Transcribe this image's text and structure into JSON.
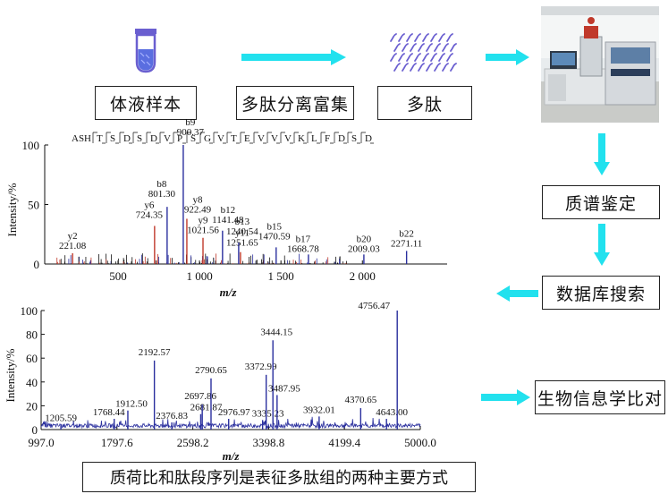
{
  "workflow": {
    "step1": "体液样本",
    "step2": "多肽分离富集",
    "step3": "多肽",
    "step4": "质谱鉴定",
    "step5": "数据库搜索",
    "step6": "生物信息学比对",
    "caption": "质荷比和肽段序列是表征多肽组的两种主要方式"
  },
  "colors": {
    "arrow": "#22e1ee",
    "peptide": "#6a5fd0",
    "spectrum": "#2a2f9e",
    "red": "#c0392b"
  },
  "chart_data": [
    {
      "type": "bar",
      "sequence": "ASH T S D S D V P S G V T E V V V K L F D S D",
      "sequence_letters": [
        "A",
        "S",
        "H",
        "T",
        "S",
        "D",
        "S",
        "D",
        "V",
        "P",
        "S",
        "G",
        "V",
        "T",
        "E",
        "V",
        "V",
        "V",
        "K",
        "L",
        "F",
        "D",
        "S",
        "D"
      ],
      "ylabel": "Intensity/%",
      "xlabel": "m/z",
      "ylim": [
        0,
        100
      ],
      "xlim": [
        50,
        2520
      ],
      "yticks": [
        "0",
        "50",
        "100"
      ],
      "xticks": [
        "500",
        "1 000",
        "1 500",
        "2 000"
      ],
      "xtick_values": [
        500,
        1000,
        1500,
        2000
      ],
      "labeled_peaks": [
        {
          "ion": "y2",
          "mz": "221.08",
          "x": 221.08,
          "y": 9
        },
        {
          "ion": "y6",
          "mz": "724.35",
          "x": 724.35,
          "y": 32
        },
        {
          "ion": "b8",
          "mz": "801.30",
          "x": 801.3,
          "y": 48
        },
        {
          "ion": "b9",
          "mz": "900.37",
          "x": 900.37,
          "y": 100
        },
        {
          "ion": "y8",
          "mz": "922.49",
          "x": 922.49,
          "y": 38
        },
        {
          "ion": "y9",
          "mz": "1021.56",
          "x": 1021.56,
          "y": 22
        },
        {
          "ion": "b12",
          "mz": "1141.48",
          "x": 1141.48,
          "y": 28
        },
        {
          "ion": "b13",
          "mz": "1240.54",
          "x": 1240.54,
          "y": 18
        },
        {
          "ion": "y11",
          "mz": "1251.65",
          "x": 1251.65,
          "y": 10
        },
        {
          "ion": "b15",
          "mz": "1470.59",
          "x": 1470.59,
          "y": 14
        },
        {
          "ion": "b17",
          "mz": "1668.78",
          "x": 1668.78,
          "y": 8
        },
        {
          "ion": "b20",
          "mz": "2009.03",
          "x": 2009.03,
          "y": 8
        },
        {
          "ion": "b22",
          "mz": "2271.11",
          "x": 2271.11,
          "y": 11
        }
      ]
    },
    {
      "type": "line",
      "ylabel": "Intensity/%",
      "xlabel": "m/z",
      "ylim": [
        0,
        100
      ],
      "xlim": [
        997.0,
        5000.0
      ],
      "yticks": [
        "0",
        "20",
        "40",
        "60",
        "80",
        "100"
      ],
      "xticks": [
        "997.0",
        "1797.6",
        "2598.2",
        "3398.8",
        "4199.4",
        "5000.0"
      ],
      "xtick_values": [
        997.0,
        1797.6,
        2598.2,
        3398.8,
        4199.4,
        5000.0
      ],
      "labeled_peaks": [
        {
          "mz": "1205.59",
          "x": 1205.59,
          "y": 4
        },
        {
          "mz": "1768.44",
          "x": 1768.44,
          "y": 9
        },
        {
          "mz": "1912.50",
          "x": 1912.5,
          "y": 16
        },
        {
          "mz": "2192.57",
          "x": 2192.57,
          "y": 58
        },
        {
          "mz": "2376.83",
          "x": 2376.83,
          "y": 6
        },
        {
          "mz": "2681.87",
          "x": 2681.87,
          "y": 13
        },
        {
          "mz": "2697.86",
          "x": 2697.86,
          "y": 21
        },
        {
          "mz": "2790.65",
          "x": 2790.65,
          "y": 43
        },
        {
          "mz": "2976.97",
          "x": 2976.97,
          "y": 9
        },
        {
          "mz": "3335.23",
          "x": 3335.23,
          "y": 8
        },
        {
          "mz": "3372.99",
          "x": 3372.99,
          "y": 46
        },
        {
          "mz": "3444.15",
          "x": 3444.15,
          "y": 75
        },
        {
          "mz": "3487.95",
          "x": 3487.95,
          "y": 29
        },
        {
          "mz": "3932.01",
          "x": 3932.01,
          "y": 11
        },
        {
          "mz": "4370.65",
          "x": 4370.65,
          "y": 18
        },
        {
          "mz": "4643.00",
          "x": 4643.0,
          "y": 9
        },
        {
          "mz": "4756.47",
          "x": 4756.47,
          "y": 100
        }
      ]
    }
  ]
}
